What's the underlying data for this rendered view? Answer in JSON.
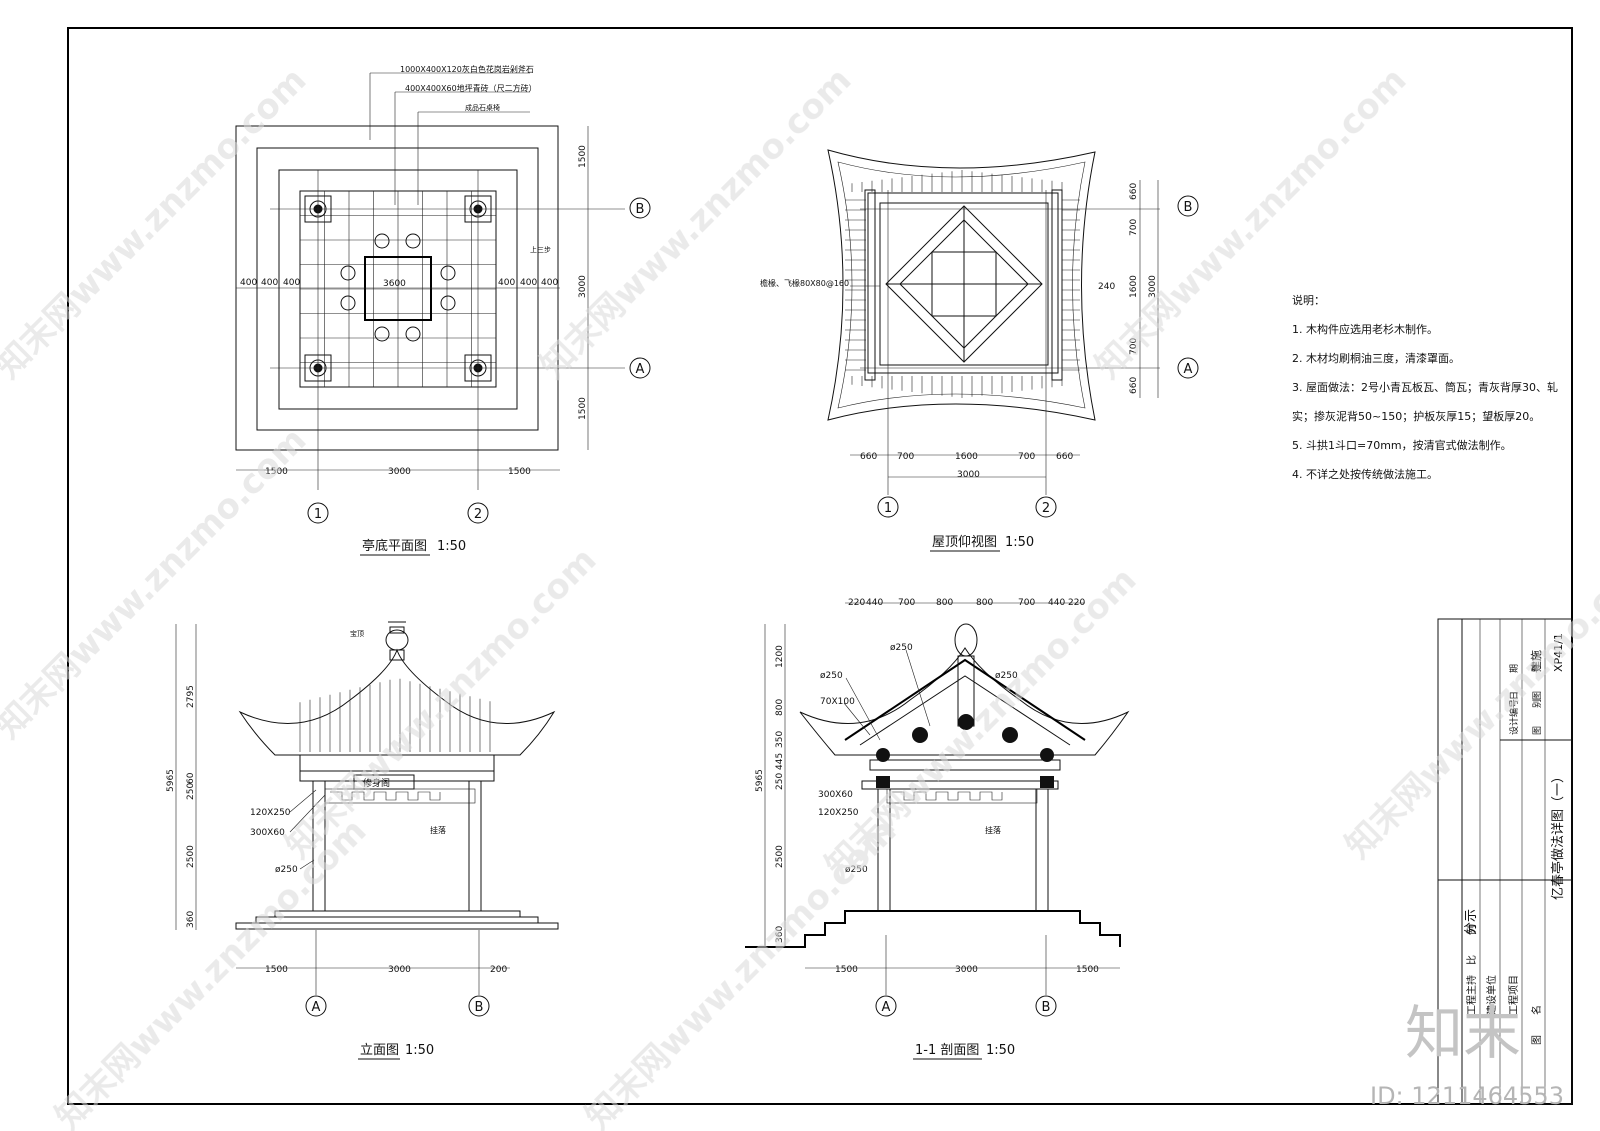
{
  "plan_view": {
    "title": "亭底平面图",
    "scale": "1:50",
    "callouts": [
      "1000X400X120灰白色花岗岩剁斧石",
      "400X400X60地坪青砖（尺二方砖）",
      "成品石桌椅"
    ],
    "table_dim": "3600",
    "right_label": "上三步",
    "dims_left": [
      "400",
      "400",
      "400"
    ],
    "dims_right": [
      "400",
      "400",
      "400"
    ],
    "dims_vertical": [
      "1500",
      "3000",
      "1500"
    ],
    "dims_bottom": [
      "1500",
      "3000",
      "1500"
    ],
    "axis_a": "A",
    "axis_b": "B",
    "axis_1": "1",
    "axis_2": "2"
  },
  "roof_view": {
    "title": "屋顶仰视图",
    "scale": "1:50",
    "rafter_label": "檐椽、飞椽80X80@160",
    "dims_vertical": [
      "660",
      "700",
      "1600",
      "700",
      "660"
    ],
    "dim_total_vertical": "3000",
    "dim_240": "240",
    "dims_bottom": [
      "660",
      "700",
      "1600",
      "700",
      "660"
    ],
    "dim_total_bottom": "3000",
    "axis_a": "A",
    "axis_b": "B",
    "axis_1": "1",
    "axis_2": "2"
  },
  "notes": {
    "heading": "说明：",
    "items": [
      "1. 木构件应选用老杉木制作。",
      "2. 木材均刷桐油三度，清漆罩面。",
      "3. 屋面做法：2号小青瓦板瓦、筒瓦；青灰背厚30、轧",
      "实；掺灰泥背50~150；护板灰厚15；望板厚20。",
      "5. 斗拱1斗口=70mm，按清官式做法制作。",
      "4. 不详之处按传统做法施工。"
    ]
  },
  "elevation": {
    "title": "立面图",
    "scale": "1:50",
    "top_label": "宝顶",
    "plaque": "修身阁",
    "hanging_label": "挂落",
    "labels": [
      "120X250",
      "300X60",
      "ø250"
    ],
    "dims_vertical": [
      "2795",
      "60",
      "250",
      "2500",
      "360"
    ],
    "dim_total": "5965",
    "dims_bottom": [
      "1500",
      "3000",
      "200"
    ],
    "axis_a": "A",
    "axis_b": "B"
  },
  "section": {
    "title": "1-1 剖面图",
    "scale": "1:50",
    "top_dims": [
      "220",
      "440",
      "700",
      "800",
      "800",
      "700",
      "440",
      "220"
    ],
    "labels": [
      "ø250",
      "ø250",
      "ø250",
      "70X100",
      "300X60",
      "120X250",
      "ø250"
    ],
    "hanging_label": "挂落",
    "dims_vertical": [
      "1200",
      "800",
      "350",
      "445",
      "250",
      "2500",
      "360"
    ],
    "dim_total": "5965",
    "dims_bottom": [
      "1500",
      "3000",
      "1500"
    ],
    "axis_a": "A",
    "axis_b": "B"
  },
  "title_block": {
    "rows": [
      "工程主持",
      "比　　例",
      "建设单位",
      "工程项目",
      "图　　名"
    ],
    "scale_value": "分示",
    "drawing_name": "亿春亭做法详图（一）",
    "right_rows": [
      "设计编号",
      "日　　期",
      "图　　别",
      "图　　号"
    ],
    "category": "建施",
    "sheet_no": "XP41/1"
  },
  "watermarks": {
    "site": "知末网www.znzmo.com",
    "logo": "知末",
    "id_text": "ID: 1211464553"
  },
  "colors": {
    "ink": "#111111",
    "watermark": "#d9d9d9"
  }
}
